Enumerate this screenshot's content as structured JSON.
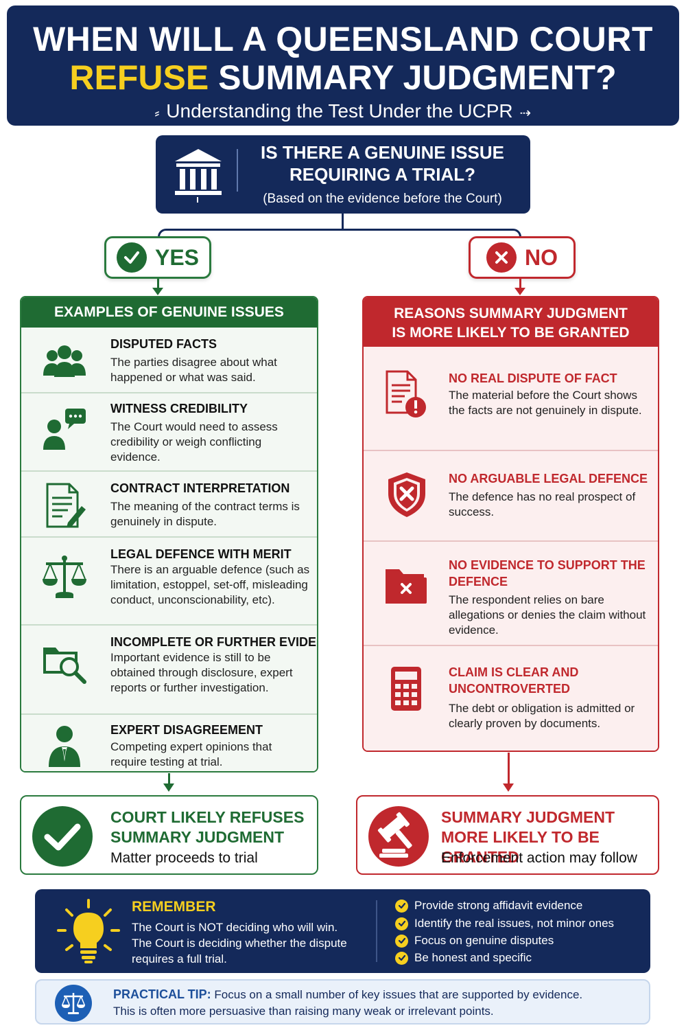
{
  "header": {
    "title_line1": "WHEN WILL A QUEENSLAND COURT",
    "title_highlight": "REFUSE",
    "title_line2_rest": " SUMMARY JUDGMENT?",
    "subtitle": "Understanding the Test Under the UCPR"
  },
  "question": {
    "line1": "IS THERE A GENUINE ISSUE",
    "line2": "REQUIRING A TRIAL?",
    "note": "(Based on the evidence before the Court)"
  },
  "yes_branch": {
    "badge": "YES",
    "panel_title": "EXAMPLES OF GENUINE ISSUES",
    "items": [
      {
        "title": "DISPUTED FACTS",
        "desc": "The parties disagree about what happened or what was said.",
        "icon": "people-group-icon"
      },
      {
        "title": "WITNESS CREDIBILITY",
        "desc": "The Court would need to assess credibility or weigh conflicting evidence.",
        "icon": "witness-speech-icon"
      },
      {
        "title": "CONTRACT INTERPRETATION",
        "desc": "The meaning of the contract terms is genuinely in dispute.",
        "icon": "contract-document-icon"
      },
      {
        "title": "LEGAL DEFENCE WITH MERIT",
        "desc": "There is an arguable defence (such as limitation, estoppel, set-off, misleading conduct, unconscionability, etc).",
        "icon": "scales-icon"
      },
      {
        "title": "INCOMPLETE OR FURTHER EVIDENCE",
        "desc": "Important evidence is still to be obtained through disclosure, expert reports or further investigation.",
        "icon": "folder-search-icon"
      },
      {
        "title": "EXPERT DISAGREEMENT",
        "desc": "Competing expert opinions that require testing at trial.",
        "icon": "expert-person-icon"
      }
    ],
    "outcome_line1": "COURT LIKELY REFUSES",
    "outcome_line2": "SUMMARY JUDGMENT",
    "outcome_sub": "Matter proceeds to trial"
  },
  "no_branch": {
    "badge": "NO",
    "panel_title_line1": "REASONS SUMMARY JUDGMENT",
    "panel_title_line2": "IS MORE LIKELY TO BE GRANTED",
    "items": [
      {
        "title": "NO REAL DISPUTE OF FACT",
        "desc": "The material before the Court shows the facts are not genuinely in dispute.",
        "icon": "document-alert-icon"
      },
      {
        "title": "NO ARGUABLE LEGAL DEFENCE",
        "desc": "The defence has no real prospect of success.",
        "icon": "shield-x-icon"
      },
      {
        "title": "NO EVIDENCE TO SUPPORT THE DEFENCE",
        "desc": "The respondent relies on bare allegations or denies the claim without evidence.",
        "icon": "folder-x-icon"
      },
      {
        "title": "CLAIM IS CLEAR AND UNCONTROVERTED",
        "desc": "The debt or obligation is admitted or clearly proven by documents.",
        "icon": "calculator-icon"
      }
    ],
    "outcome_line1": "SUMMARY JUDGMENT",
    "outcome_line2": "MORE LIKELY TO BE GRANTED",
    "outcome_sub": "Enforcement action may follow"
  },
  "remember": {
    "title": "REMEMBER",
    "line1": "The Court is NOT deciding who will win.",
    "line2": "The Court is deciding whether the dispute",
    "line3": "requires a full trial.",
    "checks": [
      "Provide strong affidavit evidence",
      "Identify the real issues, not minor ones",
      "Focus on genuine disputes",
      "Be honest and specific"
    ]
  },
  "tip": {
    "label": "PRACTICAL TIP:",
    "line1": "Focus on a small number of key issues that are supported by evidence.",
    "line2": "This is often more persuasive than raising many weak or irrelevant points."
  },
  "colors": {
    "navy": "#14295a",
    "yellow": "#f6cf1f",
    "green": "#1f6b33",
    "red": "#c0282d"
  }
}
